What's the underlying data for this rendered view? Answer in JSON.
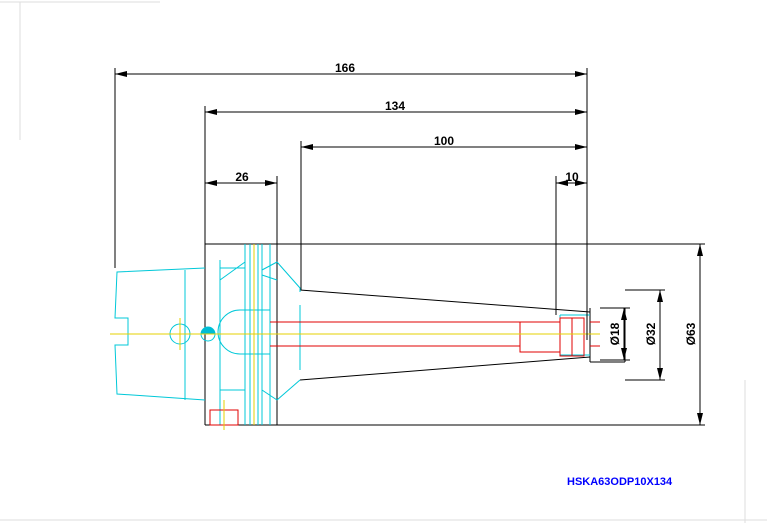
{
  "drawing": {
    "model_code": "HSKA63ODP10X134",
    "dimensions": {
      "total_length": "166",
      "holder_length": "134",
      "bore_depth": "100",
      "flange_width": "26",
      "collet_depth": "10",
      "bore_diameter": "Ø18",
      "nose_diameter": "Ø32",
      "body_diameter": "Ø63"
    }
  }
}
